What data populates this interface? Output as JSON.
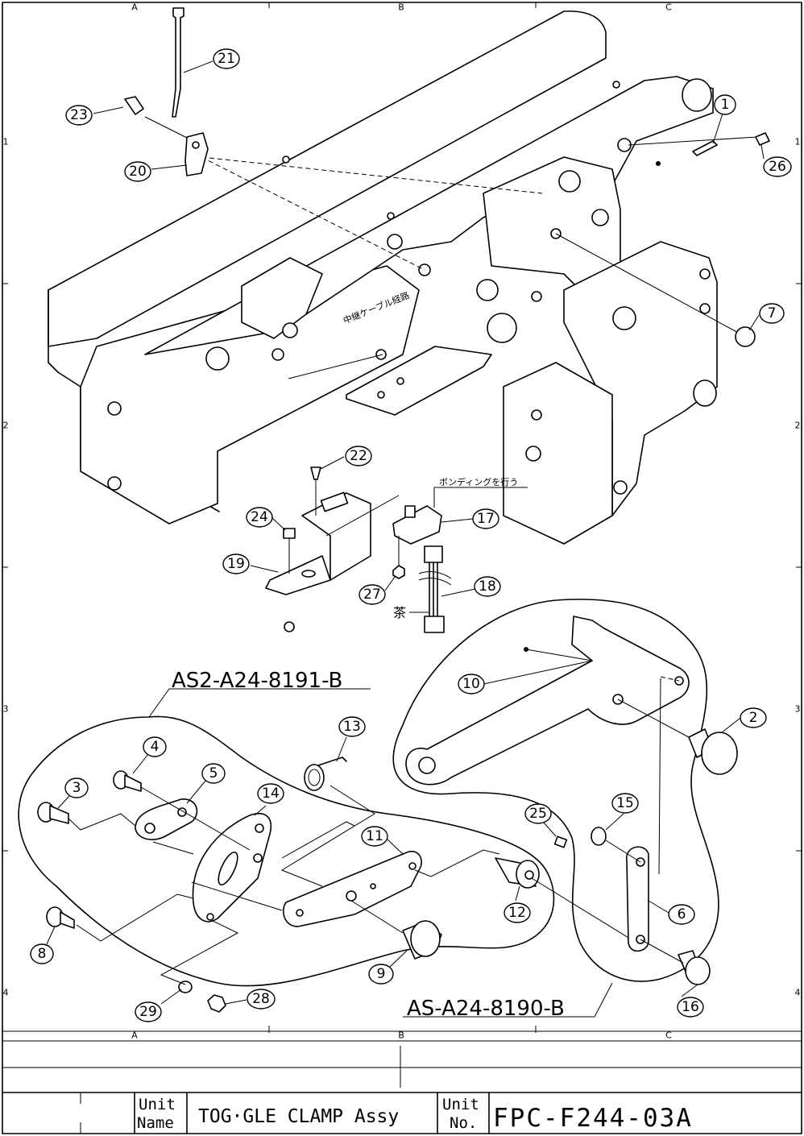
{
  "zones": {
    "columns": [
      "A",
      "B",
      "C"
    ],
    "rows": [
      "1",
      "2",
      "3",
      "4"
    ]
  },
  "assemblies": {
    "left": "AS2-A24-8191-B",
    "right": "AS-A24-8190-B"
  },
  "notes": {
    "bonding": "ボンディングを行う",
    "cable_route": "中継ケーブル経路",
    "brown_wire": "茶"
  },
  "title_block": {
    "unit_name_label_1": "Unit",
    "unit_name_label_2": "Name",
    "unit_name": "TOG·GLE CLAMP Assy",
    "unit_no_label_1": "Unit",
    "unit_no_label_2": "No.",
    "unit_no": "FPC-F244-03A"
  },
  "callouts": [
    "1",
    "2",
    "3",
    "4",
    "5",
    "6",
    "7",
    "8",
    "9",
    "10",
    "11",
    "12",
    "13",
    "14",
    "15",
    "16",
    "17",
    "18",
    "19",
    "20",
    "21",
    "22",
    "23",
    "24",
    "25",
    "26",
    "27",
    "28",
    "29"
  ]
}
